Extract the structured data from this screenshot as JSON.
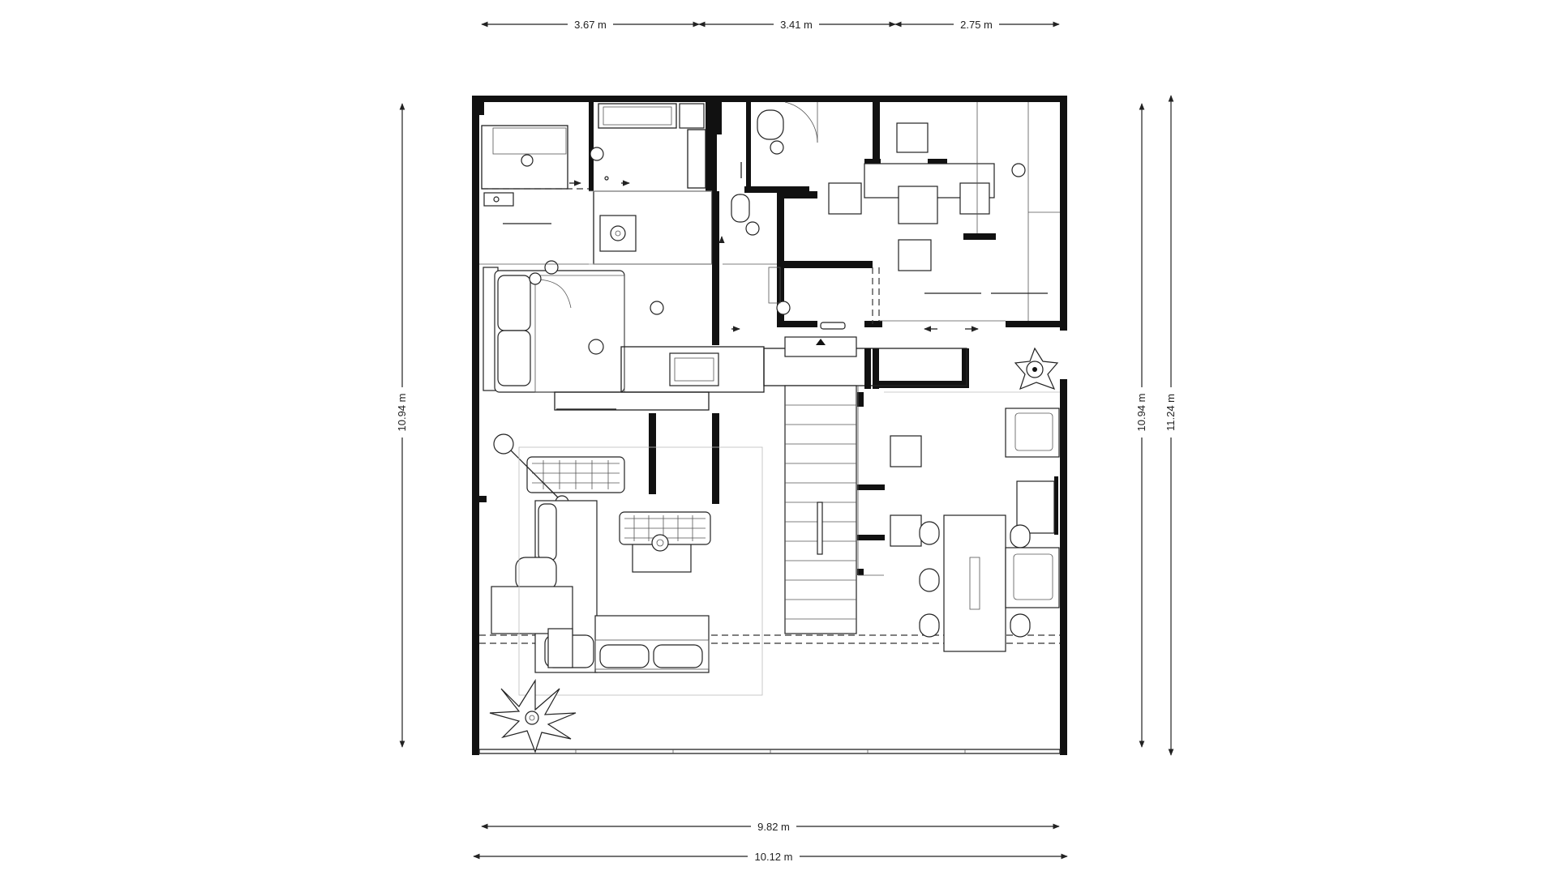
{
  "dimensions": {
    "top": [
      {
        "id": "top-1",
        "label": "3.67 m"
      },
      {
        "id": "top-2",
        "label": "3.41 m"
      },
      {
        "id": "top-3",
        "label": "2.75 m"
      }
    ],
    "bottom_inner": {
      "label": "9.82 m"
    },
    "bottom_outer": {
      "label": "10.12 m"
    },
    "left": {
      "label": "10.94 m"
    },
    "right_inner": {
      "label": "10.94 m"
    },
    "right_outer": {
      "label": "11.24 m"
    }
  },
  "colors": {
    "wall": "#111111",
    "line": "#222222",
    "background": "#ffffff"
  }
}
